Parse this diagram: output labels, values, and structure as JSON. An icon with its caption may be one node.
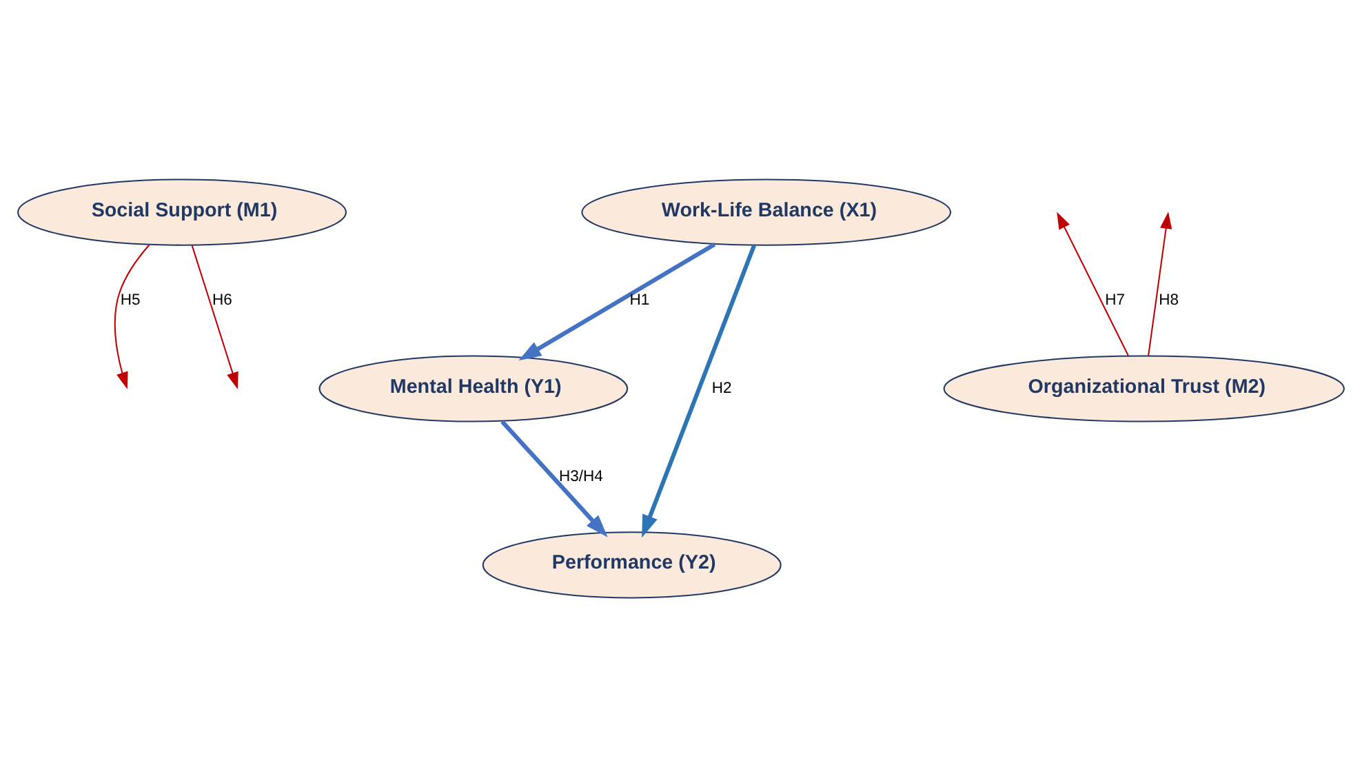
{
  "diagram": {
    "nodes": [
      {
        "text": [
          "Social Support (M1)"
        ]
      },
      {
        "text": [
          "Mental Health (Y1)"
        ]
      },
      {
        "text": [
          "Work-Life Balance (X1)"
        ]
      },
      {
        "text": [
          "Performance (Y2)"
        ]
      },
      {
        "text": [
          "Organizational Trust (M2)"
        ]
      }
    ],
    "edges": [
      {
        "from": 2,
        "to": 1,
        "arrow": "to",
        "label": "H1",
        "style": "thick",
        "color": "#4472c4"
      },
      {
        "from": 2,
        "to": 3,
        "arrow": "to",
        "label": "H2",
        "style": "thick",
        "color": "#2e75b6"
      },
      {
        "from": 1,
        "to": 3,
        "arrow": "to",
        "label": "H3/H4",
        "style": "thick",
        "color": "#4472c4"
      },
      {
        "from": 0,
        "to": null,
        "arrow": "to",
        "label": "H5",
        "color": "#c00000"
      },
      {
        "from": 0,
        "to": null,
        "arrow": "to",
        "label": "H6",
        "color": "#c00000"
      },
      {
        "from": 4,
        "to": null,
        "arrow": "to",
        "label": "H7",
        "color": "#c00000"
      },
      {
        "from": 4,
        "to": null,
        "arrow": "to",
        "label": "H8",
        "color": "#c00000"
      }
    ]
  }
}
